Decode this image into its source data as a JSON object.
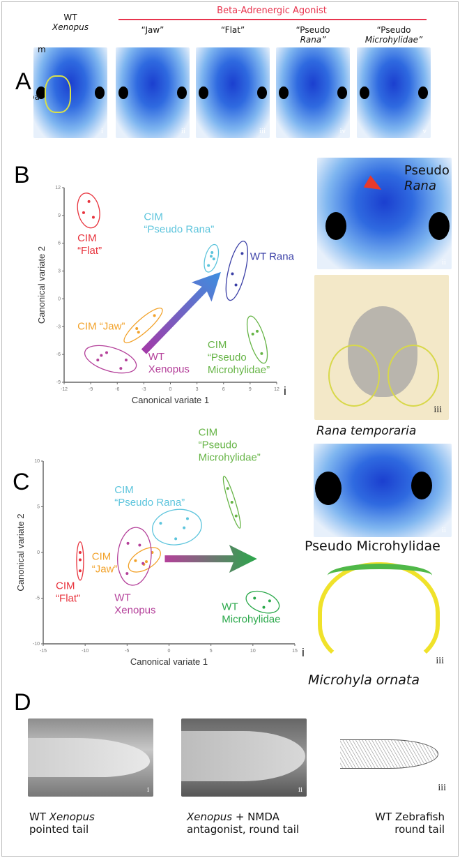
{
  "panelA": {
    "label": "A",
    "banner": "Beta-Adrenergic Agonist",
    "banner_color": "#e8344e",
    "columns": [
      {
        "title1": "WT",
        "title2": "Xenopus",
        "numeral": "i"
      },
      {
        "title1": "“Jaw”",
        "title2": "",
        "numeral": "ii"
      },
      {
        "title1": "“Flat”",
        "title2": "",
        "numeral": "iii"
      },
      {
        "title1": "“Pseudo",
        "title2": "Rana”",
        "numeral": "iv"
      },
      {
        "title1": "“Pseudo",
        "title2": "Microhylidae”",
        "numeral": "v"
      }
    ],
    "marks": {
      "m": "m",
      "ba": "ba"
    }
  },
  "panelB": {
    "label": "B",
    "right_images": [
      {
        "title1": "Pseudo",
        "title2": "Rana",
        "numeral": "ii"
      },
      {
        "numeral": "iii",
        "caption": "Rana temporaria"
      }
    ]
  },
  "panelC": {
    "label": "C",
    "right_images": [
      {
        "caption": "Pseudo Microhylidae",
        "numeral": "ii"
      },
      {
        "numeral": "iii",
        "caption": "Microhyla ornata"
      }
    ]
  },
  "panelD": {
    "label": "D",
    "items": [
      {
        "numeral": "i",
        "line1_a": "WT ",
        "line1_b": "Xenopus",
        "line2": "pointed tail"
      },
      {
        "numeral": "ii",
        "line1_a": "Xenopus",
        "line1_b": " + NMDA",
        "line2": "antagonist, round tail"
      },
      {
        "numeral": "iii",
        "line1_a": "WT Zebrafish",
        "line1_b": "",
        "line2": "round tail"
      }
    ]
  },
  "chart_data": [
    {
      "type": "scatter",
      "panel": "B",
      "numeral": "i",
      "xlabel": "Canonical variate 1",
      "ylabel": "Canonical variate 2",
      "xlim": [
        -12,
        12
      ],
      "ylim": [
        -9,
        12
      ],
      "xticks": [
        -12,
        -9,
        -6,
        -3,
        0,
        3,
        6,
        9,
        12
      ],
      "yticks": [
        -9,
        -6,
        -3,
        0,
        3,
        6,
        9,
        12
      ],
      "arrow": {
        "from": [
          -3,
          -5.7
        ],
        "to": [
          5.7,
          2.9
        ],
        "colors": [
          "#a23aa8",
          "#3d8fe0"
        ]
      },
      "series": [
        {
          "name": "CIM “Flat”",
          "label_lines": [
            "CIM",
            "“Flat”"
          ],
          "color": "#e8323c",
          "label_at": [
            -10.5,
            6.2
          ],
          "points": [
            [
              -9.2,
              10.5
            ],
            [
              -9.8,
              9.3
            ],
            [
              -8.7,
              8.8
            ]
          ]
        },
        {
          "name": "CIM “Pseudo Rana”",
          "label_lines": [
            "CIM",
            "“Pseudo Rana”"
          ],
          "color": "#5cc4dc",
          "label_at": [
            -3,
            8.5
          ],
          "points": [
            [
              4.7,
              5.0
            ],
            [
              4.9,
              4.3
            ],
            [
              4.3,
              3.6
            ],
            [
              4.6,
              4.6
            ]
          ]
        },
        {
          "name": "WT Rana",
          "label_lines": [
            "WT Rana"
          ],
          "color": "#3a3fa6",
          "label_at": [
            9,
            4.2
          ],
          "points": [
            [
              8.1,
              4.9
            ],
            [
              7.0,
              2.7
            ],
            [
              7.4,
              1.5
            ]
          ]
        },
        {
          "name": "CIM “Jaw”",
          "label_lines": [
            "CIM “Jaw”"
          ],
          "color": "#f2a22a",
          "label_at": [
            -10.5,
            -3.3
          ],
          "points": [
            [
              -1.8,
              -1.8
            ],
            [
              -3.8,
              -3.2
            ],
            [
              -3.6,
              -3.6
            ]
          ]
        },
        {
          "name": "WT Xenopus",
          "label_lines": [
            "WT",
            "Xenopus"
          ],
          "color": "#b4409a",
          "label_at": [
            -2.5,
            -6.6
          ],
          "points": [
            [
              -7.8,
              -6.1
            ],
            [
              -7.2,
              -5.8
            ],
            [
              -8.2,
              -6.6
            ],
            [
              -5.0,
              -6.6
            ],
            [
              -5.6,
              -7.5
            ]
          ]
        },
        {
          "name": "CIM “Pseudo Microhylidae”",
          "label_lines": [
            "CIM",
            "“Pseudo",
            "Microhylidae”"
          ],
          "color": "#66b446",
          "label_at": [
            4.2,
            -5.3
          ],
          "points": [
            [
              9.3,
              -3.8
            ],
            [
              9.8,
              -3.5
            ],
            [
              10.3,
              -5.9
            ]
          ]
        }
      ]
    },
    {
      "type": "scatter",
      "panel": "C",
      "numeral": "i",
      "xlabel": "Canonical variate 1",
      "ylabel": "Canonical variate 2",
      "xlim": [
        -15,
        15
      ],
      "ylim": [
        -10,
        10
      ],
      "xticks": [
        -15,
        -10,
        -5,
        0,
        5,
        10,
        15
      ],
      "yticks": [
        -10,
        -5,
        0,
        5,
        10
      ],
      "arrow": {
        "from": [
          -0.5,
          -0.7
        ],
        "to": [
          10.5,
          -0.7
        ],
        "colors": [
          "#b4409a",
          "#2aa84a"
        ]
      },
      "series": [
        {
          "name": "CIM “Flat”",
          "label_lines": [
            "CIM",
            "“Flat”"
          ],
          "color": "#e8323c",
          "label_at": [
            -13.5,
            -4
          ],
          "points": [
            [
              -10.6,
              0
            ],
            [
              -10.6,
              -0.8
            ],
            [
              -10.6,
              -2
            ]
          ]
        },
        {
          "name": "CIM “Jaw”",
          "label_lines": [
            "CIM",
            "“Jaw”"
          ],
          "color": "#f2a22a",
          "label_at": [
            -9.2,
            -0.8
          ],
          "points": [
            [
              -4,
              -0.9
            ],
            [
              -2,
              0
            ],
            [
              -2.7,
              -1
            ],
            [
              -3,
              -1.3
            ]
          ]
        },
        {
          "name": "WT Xenopus",
          "label_lines": [
            "WT",
            "Xenopus"
          ],
          "color": "#b4409a",
          "label_at": [
            -6.5,
            -5.3
          ],
          "points": [
            [
              -4.9,
              1
            ],
            [
              -3.5,
              0.8
            ],
            [
              -5,
              -2.3
            ],
            [
              -3.1,
              -1.2
            ]
          ]
        },
        {
          "name": "CIM “Pseudo Rana”",
          "label_lines": [
            "CIM",
            "“Pseudo Rana”"
          ],
          "color": "#5cc4dc",
          "label_at": [
            -6.5,
            6.5
          ],
          "points": [
            [
              -1,
              3.2
            ],
            [
              0.8,
              1.5
            ],
            [
              1.8,
              2.7
            ],
            [
              2.2,
              3.7
            ]
          ]
        },
        {
          "name": "CIM “Pseudo Microhylidae”",
          "label_lines": [
            "CIM",
            "“Pseudo",
            "Microhylidae”"
          ],
          "color": "#66b446",
          "label_at": [
            3.5,
            12.8
          ],
          "points": [
            [
              7,
              7
            ],
            [
              7.5,
              5.5
            ],
            [
              8,
              4
            ]
          ]
        },
        {
          "name": "WT Microhylidae",
          "label_lines": [
            "WT",
            "Microhylidae"
          ],
          "color": "#2aa84a",
          "label_at": [
            6.3,
            -6.3
          ],
          "points": [
            [
              10.2,
              -5
            ],
            [
              11.3,
              -6
            ],
            [
              12,
              -5.3
            ]
          ]
        }
      ]
    }
  ]
}
